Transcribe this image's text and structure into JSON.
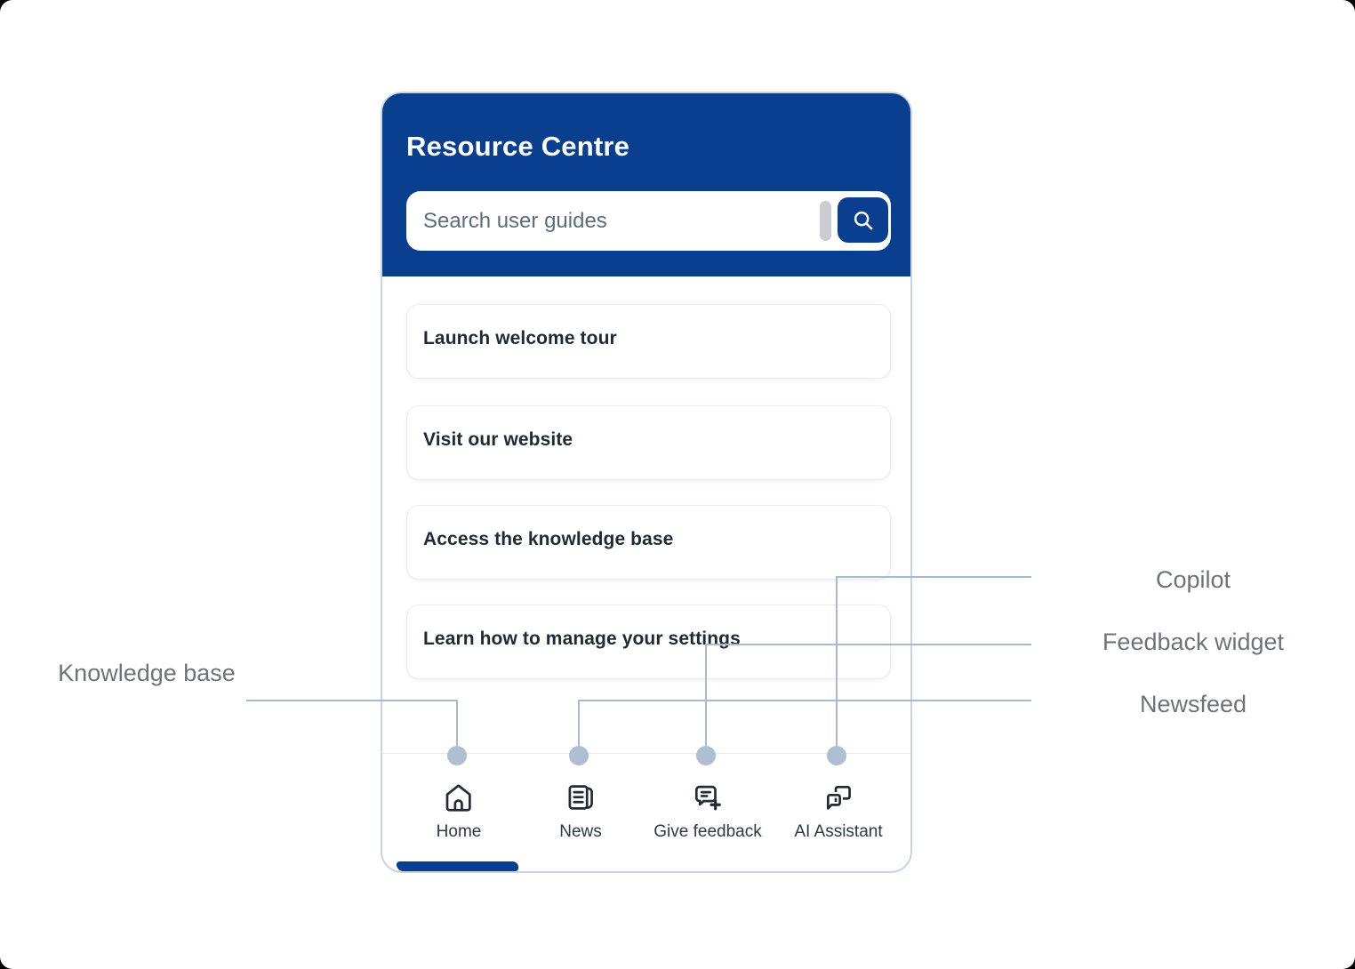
{
  "widget": {
    "title": "Resource Centre",
    "search": {
      "placeholder": "Search user guides",
      "button_icon": "search-icon"
    },
    "cards": [
      {
        "label": "Launch welcome tour"
      },
      {
        "label": "Visit our website"
      },
      {
        "label": "Access the knowledge base"
      },
      {
        "label": "Learn how to manage your settings"
      }
    ],
    "nav": [
      {
        "label": "Home",
        "icon": "home-icon",
        "active": true
      },
      {
        "label": "News",
        "icon": "news-icon",
        "active": false
      },
      {
        "label": "Give feedback",
        "icon": "give-feedback-icon",
        "active": false
      },
      {
        "label": "AI Assistant",
        "icon": "ai-assistant-icon",
        "active": false
      }
    ]
  },
  "annotations": {
    "knowledge_base": {
      "label": "Knowledge base",
      "points_to": "Home"
    },
    "copilot": {
      "label": "Copilot",
      "points_to": "AI Assistant"
    },
    "feedback_widget": {
      "label": "Feedback widget",
      "points_to": "Give feedback"
    },
    "newsfeed": {
      "label": "Newsfeed",
      "points_to": "News"
    }
  },
  "colors": {
    "header_blue": "#0a3f8f",
    "widget_border": "#c7d4e4",
    "connector": "#a8bacd",
    "connector_dot": "#aebfd2",
    "annotation_text": "#6e737b",
    "card_text": "#1f2a37"
  }
}
